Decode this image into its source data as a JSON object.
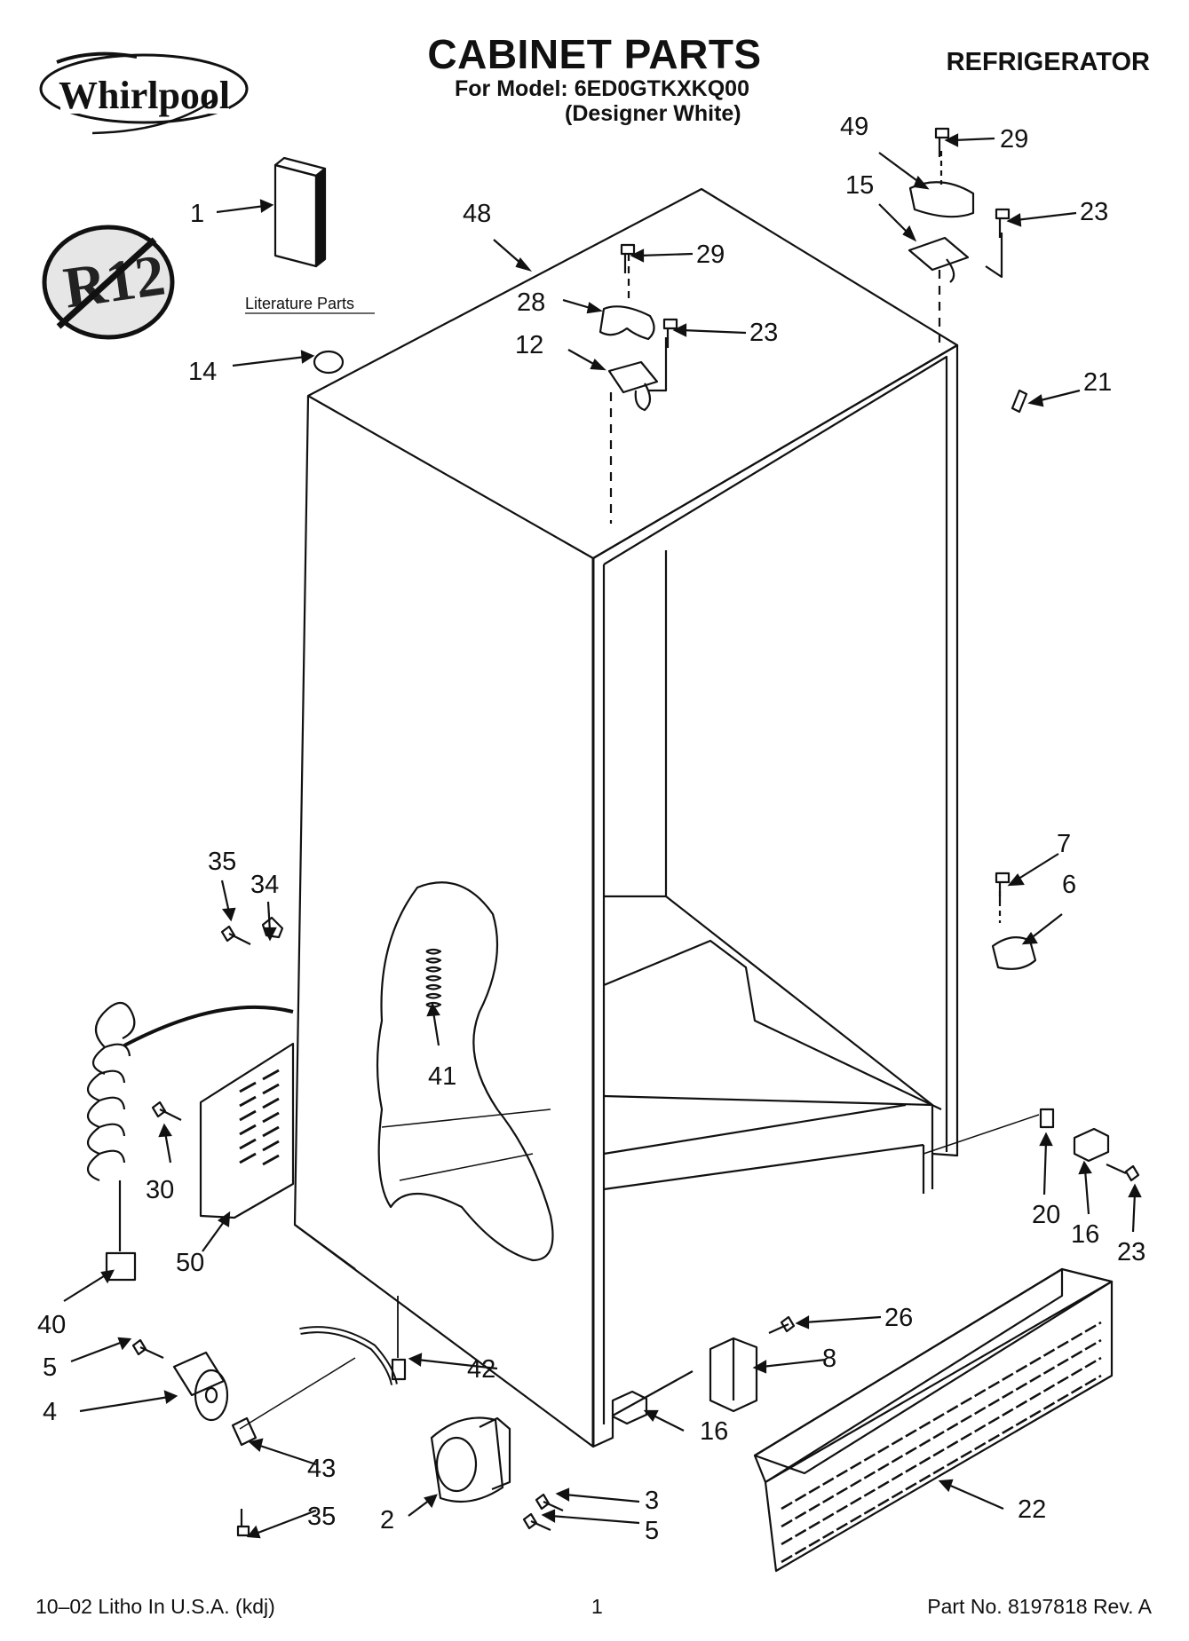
{
  "header": {
    "brand": "Whirlpool",
    "title": "CABINET PARTS",
    "model_line": "For Model: 6ED0GTKXKQ00",
    "variant": "(Designer White)",
    "appliance": "REFRIGERATOR"
  },
  "badge": {
    "text": "R12"
  },
  "literature_label": "Literature Parts",
  "callouts": [
    "1",
    "48",
    "14",
    "28",
    "12",
    "29",
    "23",
    "49",
    "29",
    "15",
    "23",
    "21",
    "7",
    "6",
    "35",
    "34",
    "41",
    "30",
    "50",
    "40",
    "5",
    "4",
    "43",
    "35",
    "42",
    "2",
    "3",
    "5",
    "16",
    "26",
    "8",
    "20",
    "16",
    "23",
    "22"
  ],
  "footer": {
    "left": "10–02 Litho In U.S.A. (kdj)",
    "center": "1",
    "right": "Part No. 8197818 Rev. A"
  }
}
